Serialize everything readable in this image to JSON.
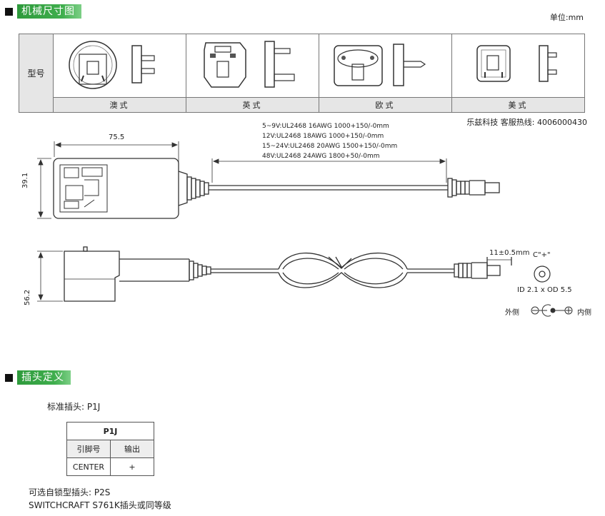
{
  "section_mech": {
    "title": "机械尺寸图"
  },
  "unit_label": "单位:mm",
  "model_row_label": "型号",
  "plug_types": [
    "澳式",
    "英式",
    "欧式",
    "美式"
  ],
  "hotline": "乐兹科技 客服热线: 4006000430",
  "cable_specs": [
    "5~9V:UL2468 16AWG 1000+150/-0mm",
    "12V:UL2468 18AWG 1000+150/-0mm",
    "15~24V:UL2468 20AWG 1500+150/-0mm",
    "48V:UL2468 24AWG 1800+50/-0mm"
  ],
  "dimensions": {
    "width": "75.5",
    "height": "39.1",
    "depth": "56.2",
    "tip_length": "11±0.5mm"
  },
  "connector": {
    "polarity": "C\"+\"",
    "size": "ID 2.1 x OD 5.5",
    "outer_label": "外侧",
    "inner_label": "内侧"
  },
  "section_plug": {
    "title": "插头定义"
  },
  "standard_plug": "标准插头: P1J",
  "pin_table": {
    "title": "P1J",
    "headers": [
      "引脚号",
      "输出"
    ],
    "rows": [
      [
        "CENTER",
        "+"
      ]
    ]
  },
  "optional_plug": "可选自锁型插头: P2S",
  "switchcraft_note": "SWITCHCRAFT S761K插头或同等级"
}
